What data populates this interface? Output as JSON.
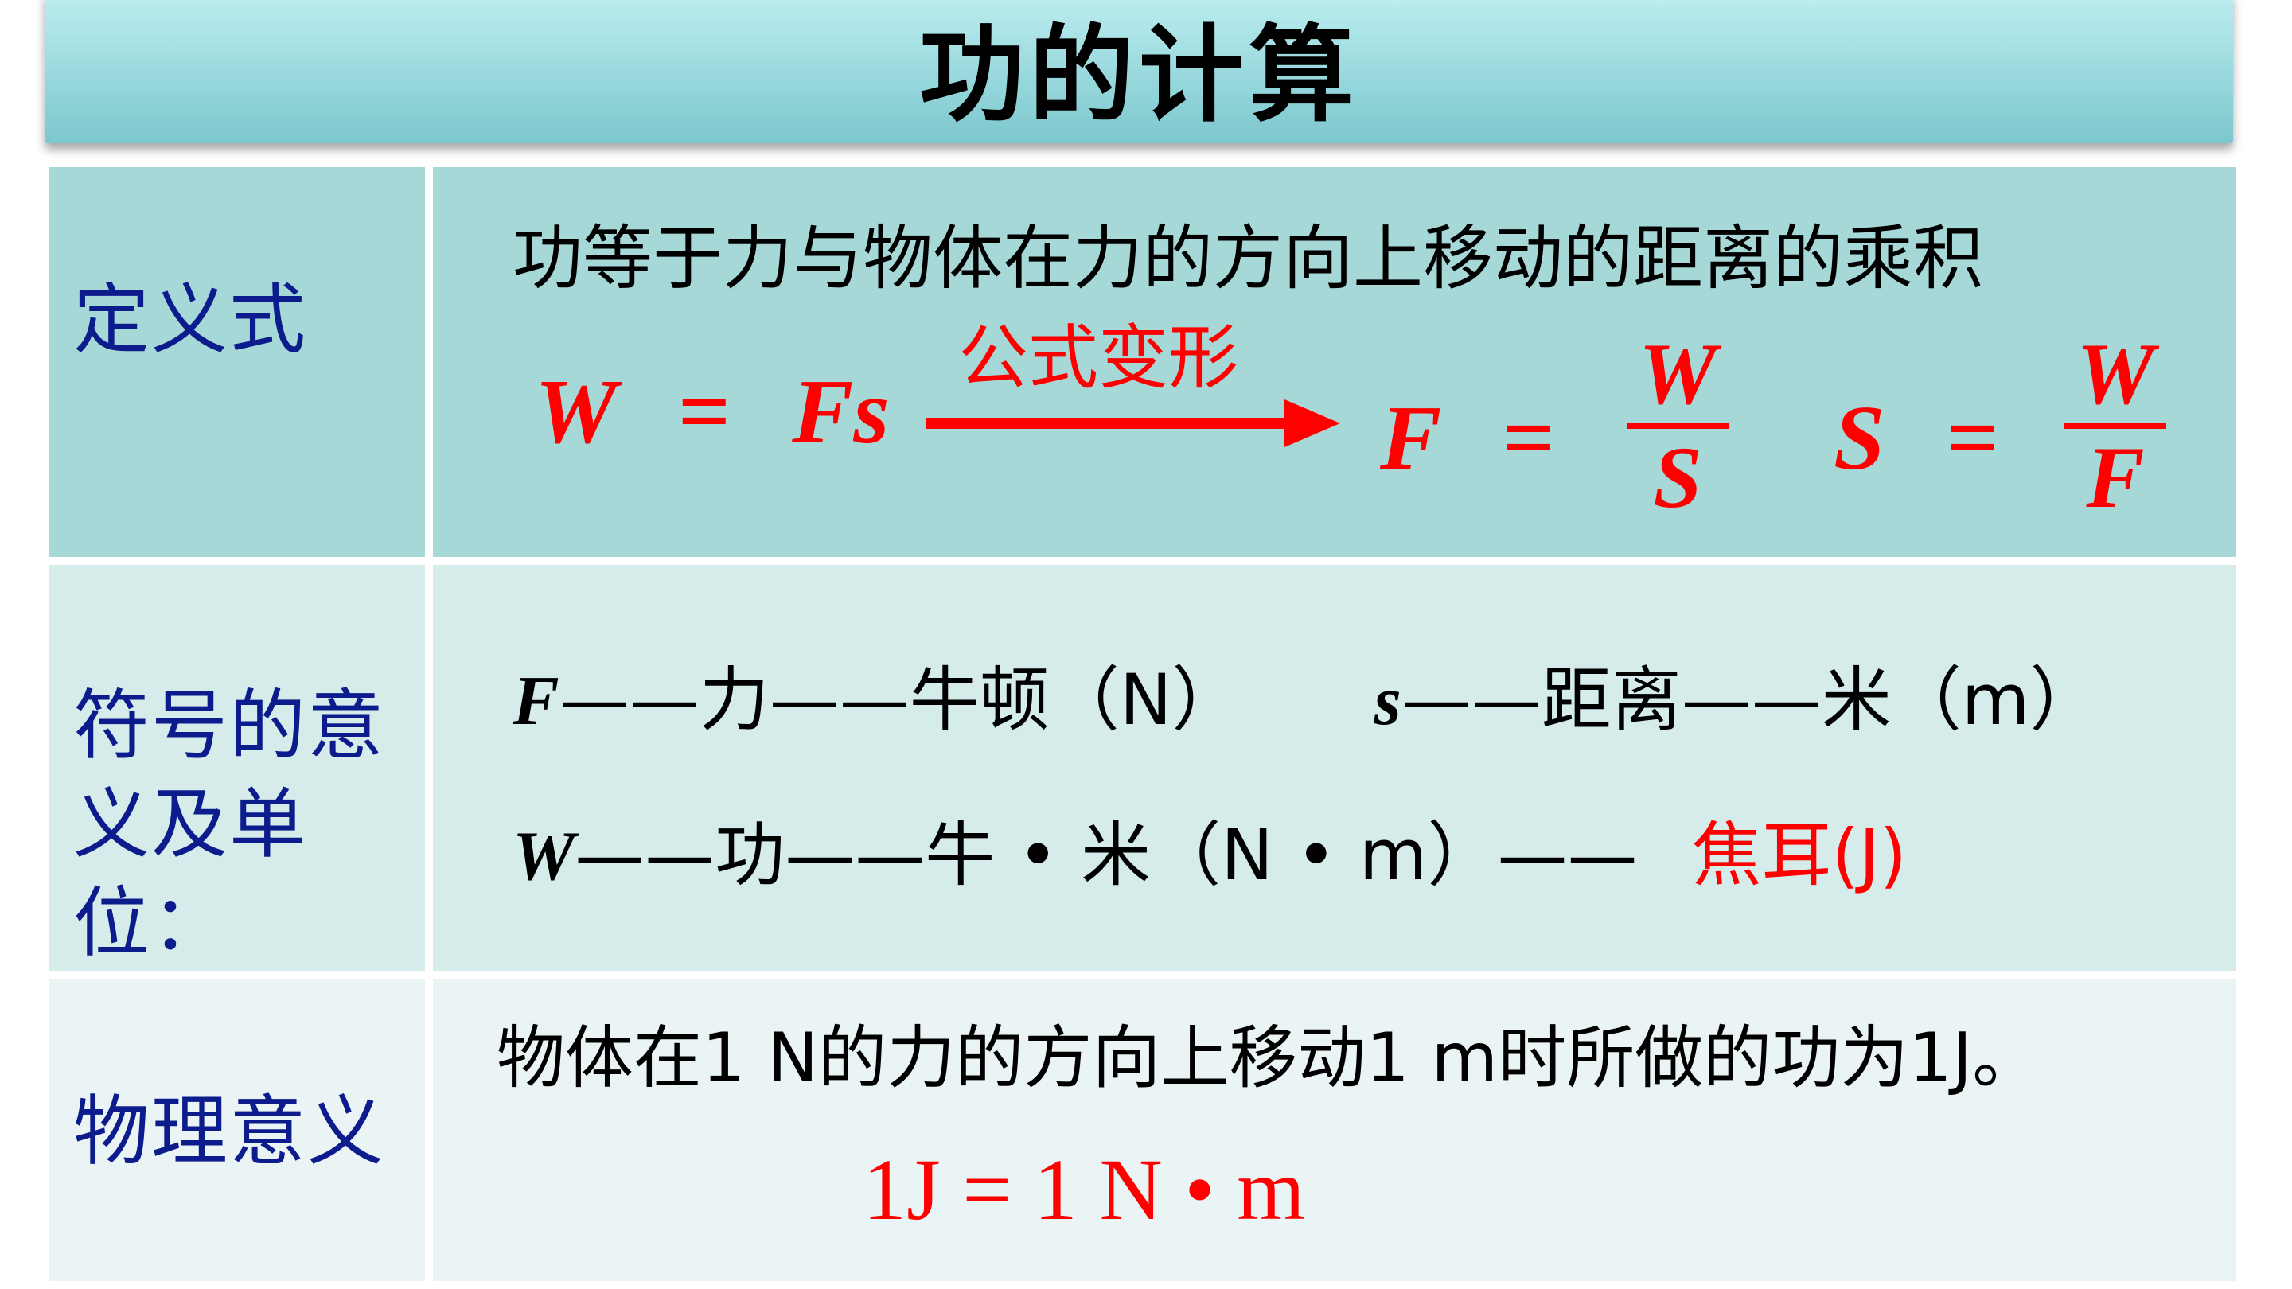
{
  "title": "功的计算",
  "rows": {
    "definition": {
      "label": "定义式",
      "statement": "功等于力与物体在力的方向上移动的距离的乘积",
      "formula": {
        "lhs": "W",
        "eq": "=",
        "rhs": "Fs",
        "arrow_label": "公式变形",
        "f_lhs": "F",
        "f_num": "W",
        "f_den": "S",
        "s_lhs": "S",
        "s_num": "W",
        "s_den": "F"
      }
    },
    "symbols": {
      "label_line1": "符号的意",
      "label_line2": "义及单位：",
      "f_symbol": "F",
      "f_text": "——力——牛顿（N）",
      "s_symbol": "s",
      "s_text": "——距离——米（m）",
      "w_symbol": "W",
      "w_text": "——功——牛 • 米（N • m）——",
      "w_unit": "焦耳(J)"
    },
    "meaning": {
      "label": "物理意义",
      "statement": "物体在1 N的力的方向上移动1 m时所做的功为1J。",
      "equation": "1J = 1 N • m"
    }
  },
  "colors": {
    "title_bar": "#9fdde1",
    "row1_bg": "#a7d8d8",
    "row2_bg": "#d5eceb",
    "row3_bg": "#eaf4f4",
    "label": "#0d1c8c",
    "formula": "#ff0000"
  }
}
